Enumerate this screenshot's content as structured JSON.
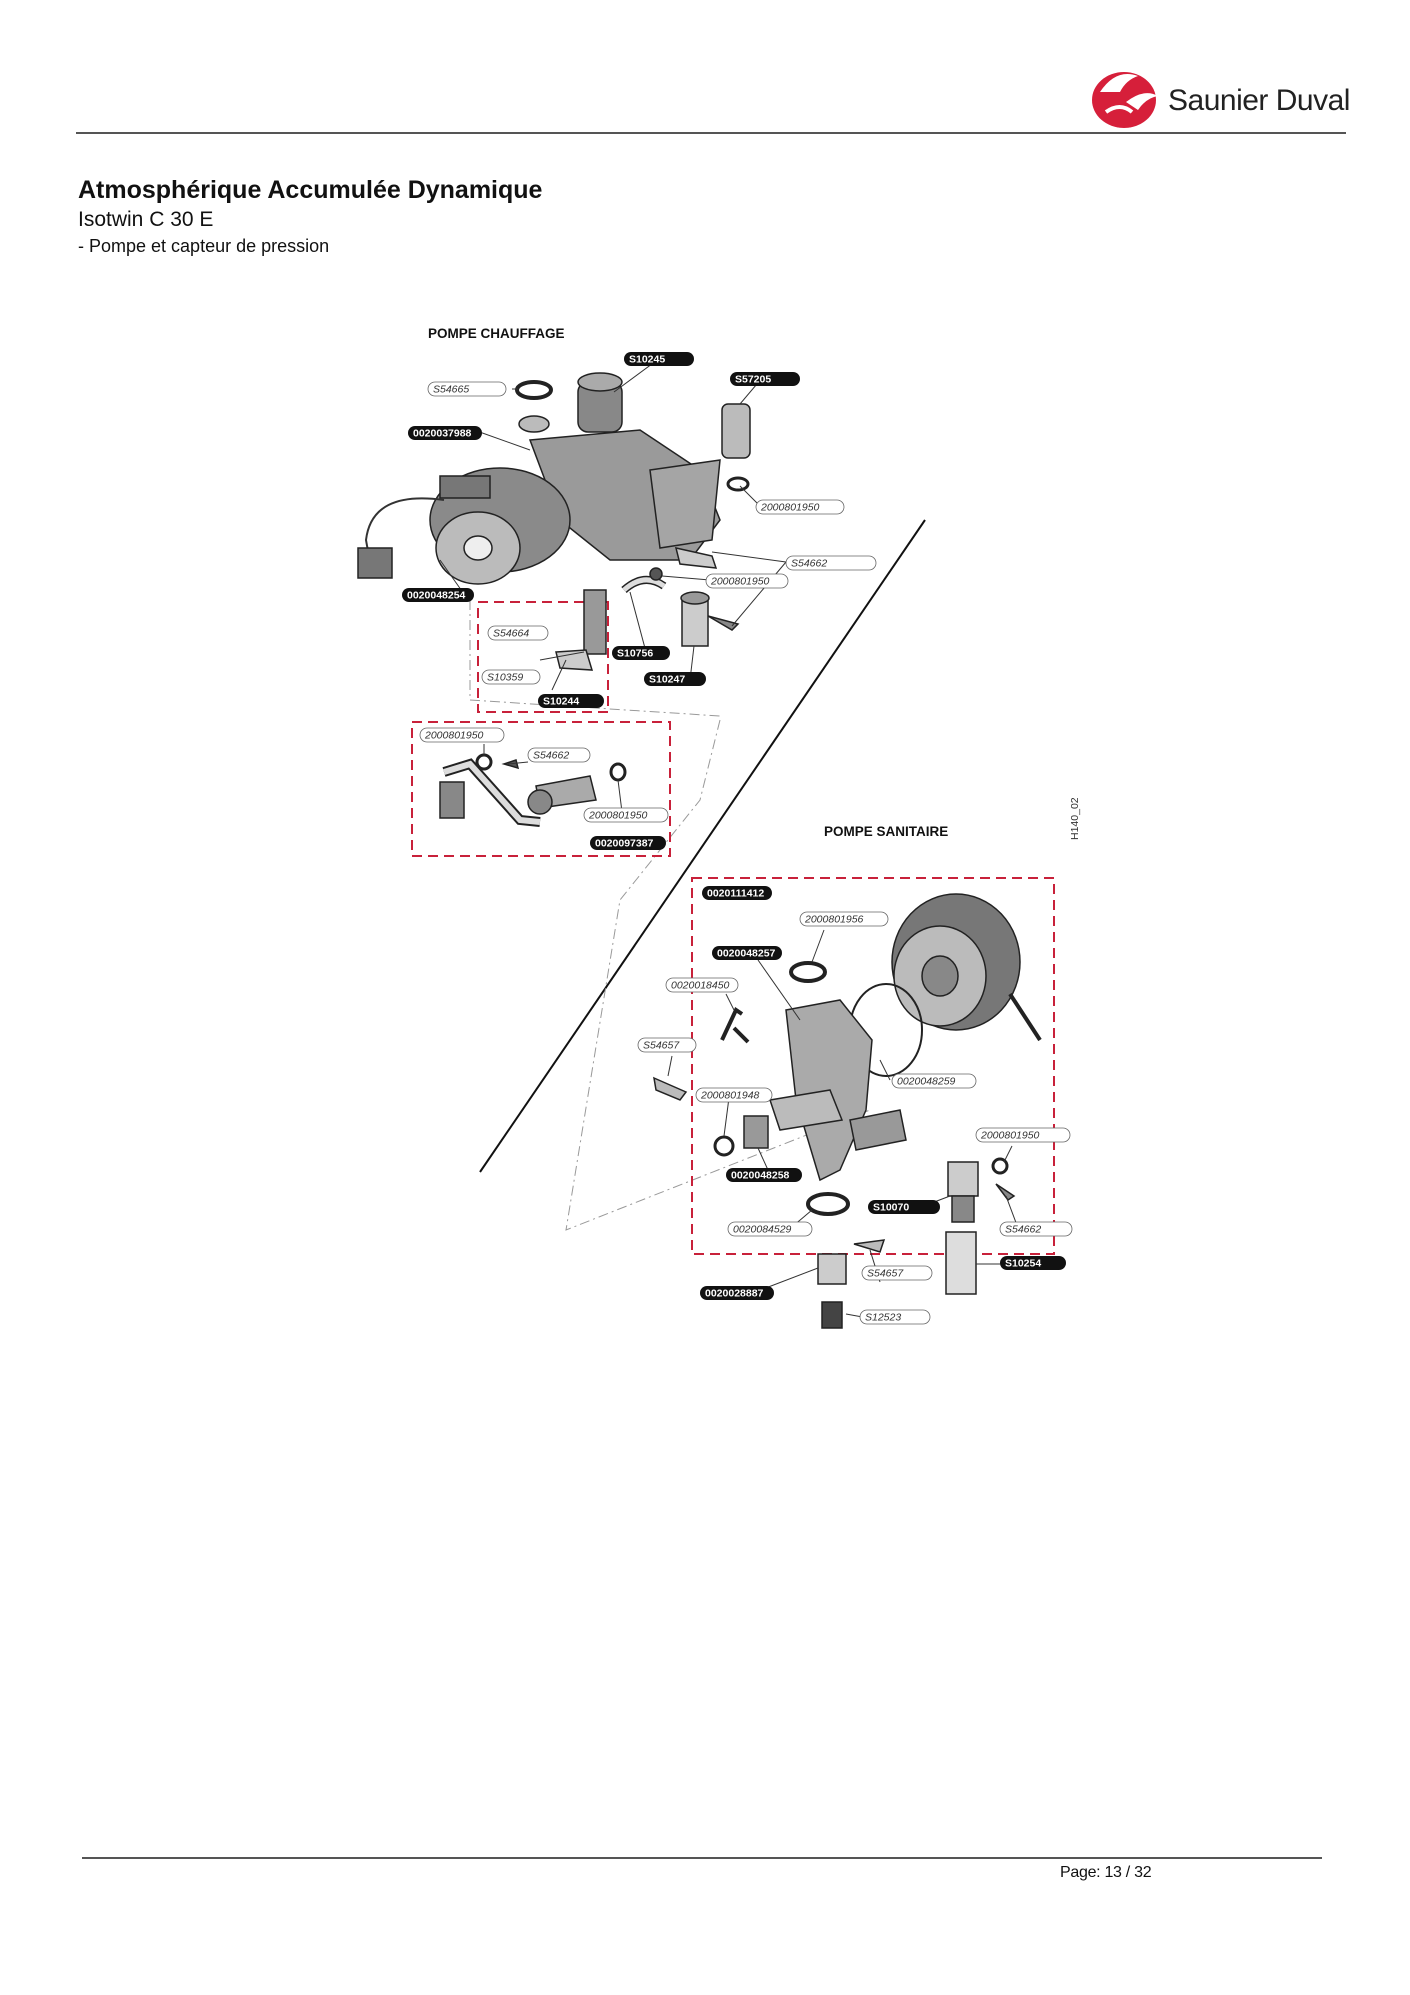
{
  "brand": {
    "name": "Saunier Duval",
    "accent": "#d61f3a"
  },
  "document": {
    "title": "Atmosphérique Accumulée Dynamique",
    "model": "Isotwin C 30 E",
    "section": "- Pompe et capteur de pression"
  },
  "diagram": {
    "heading_heating_pump": "POMPE CHAUFFAGE",
    "heading_dhw_pump": "POMPE SANITAIRE",
    "drawing_ref": "H140_02",
    "labels": [
      {
        "text": "S10245",
        "style": "dark"
      },
      {
        "text": "S57205",
        "style": "dark"
      },
      {
        "text": "S54665",
        "style": "light"
      },
      {
        "text": "0020037988",
        "style": "dark"
      },
      {
        "text": "2000801950",
        "style": "light"
      },
      {
        "text": "S54662",
        "style": "light"
      },
      {
        "text": "2000801950",
        "style": "light"
      },
      {
        "text": "0020048254",
        "style": "dark"
      },
      {
        "text": "S54664",
        "style": "light"
      },
      {
        "text": "S10756",
        "style": "dark"
      },
      {
        "text": "S10359",
        "style": "light"
      },
      {
        "text": "S10247",
        "style": "dark"
      },
      {
        "text": "S10244",
        "style": "dark"
      },
      {
        "text": "2000801950",
        "style": "light"
      },
      {
        "text": "S54662",
        "style": "light"
      },
      {
        "text": "2000801950",
        "style": "light"
      },
      {
        "text": "0020097387",
        "style": "dark"
      },
      {
        "text": "0020111412",
        "style": "dark"
      },
      {
        "text": "2000801956",
        "style": "light"
      },
      {
        "text": "0020048257",
        "style": "dark"
      },
      {
        "text": "0020018450",
        "style": "light"
      },
      {
        "text": "S54657",
        "style": "light"
      },
      {
        "text": "2000801948",
        "style": "light"
      },
      {
        "text": "0020048259",
        "style": "light"
      },
      {
        "text": "2000801950",
        "style": "light"
      },
      {
        "text": "0020048258",
        "style": "dark"
      },
      {
        "text": "S10070",
        "style": "dark"
      },
      {
        "text": "0020084529",
        "style": "light"
      },
      {
        "text": "S54662",
        "style": "light"
      },
      {
        "text": "S10254",
        "style": "dark"
      },
      {
        "text": "S54657",
        "style": "light"
      },
      {
        "text": "0020028887",
        "style": "dark"
      },
      {
        "text": "S12523",
        "style": "light"
      }
    ]
  },
  "footer": {
    "page": "Page: 13 / 32"
  }
}
